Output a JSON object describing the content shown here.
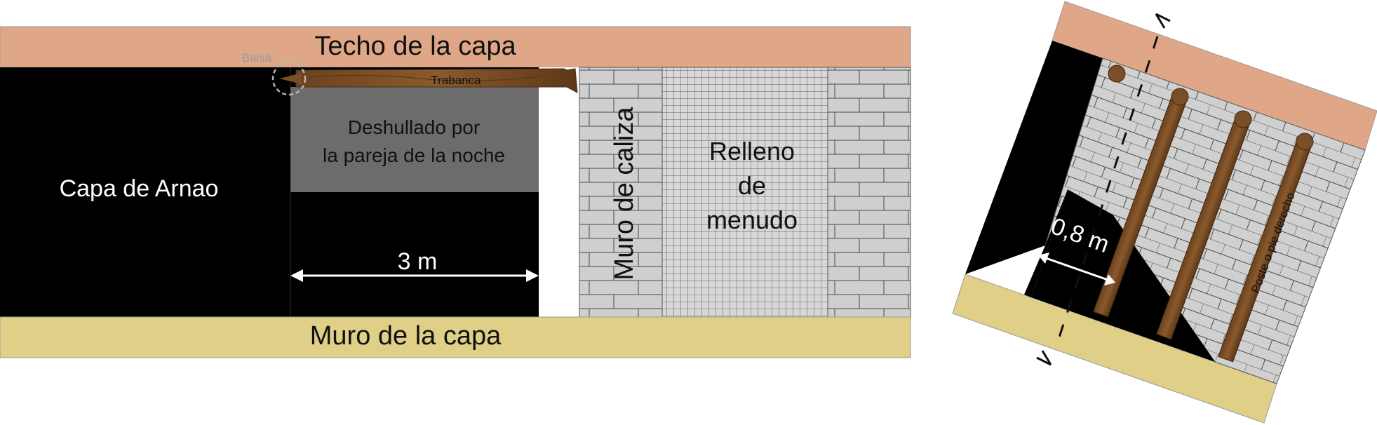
{
  "labels": {
    "roof": "Techo de la capa",
    "floor": "Muro de la capa",
    "seam": "Capa de Arnao",
    "mined_line1": "Deshullado por",
    "mined_line2": "la pareja de la noche",
    "width": "3 m",
    "raft": "Balsa",
    "crossbar": "Trabanca",
    "wall": "Muro de caliza",
    "fill_line1": "Relleno",
    "fill_line2": "de",
    "fill_line3": "menudo",
    "gap": "0,8 m",
    "post": "Poste o pie derecho"
  },
  "colors": {
    "roof": "#dfa787",
    "floor": "#dfcf87",
    "seam": "#000000",
    "mined": "#6c6c6c",
    "brick": "#cfcfcf",
    "timber": "#7a4e26"
  }
}
